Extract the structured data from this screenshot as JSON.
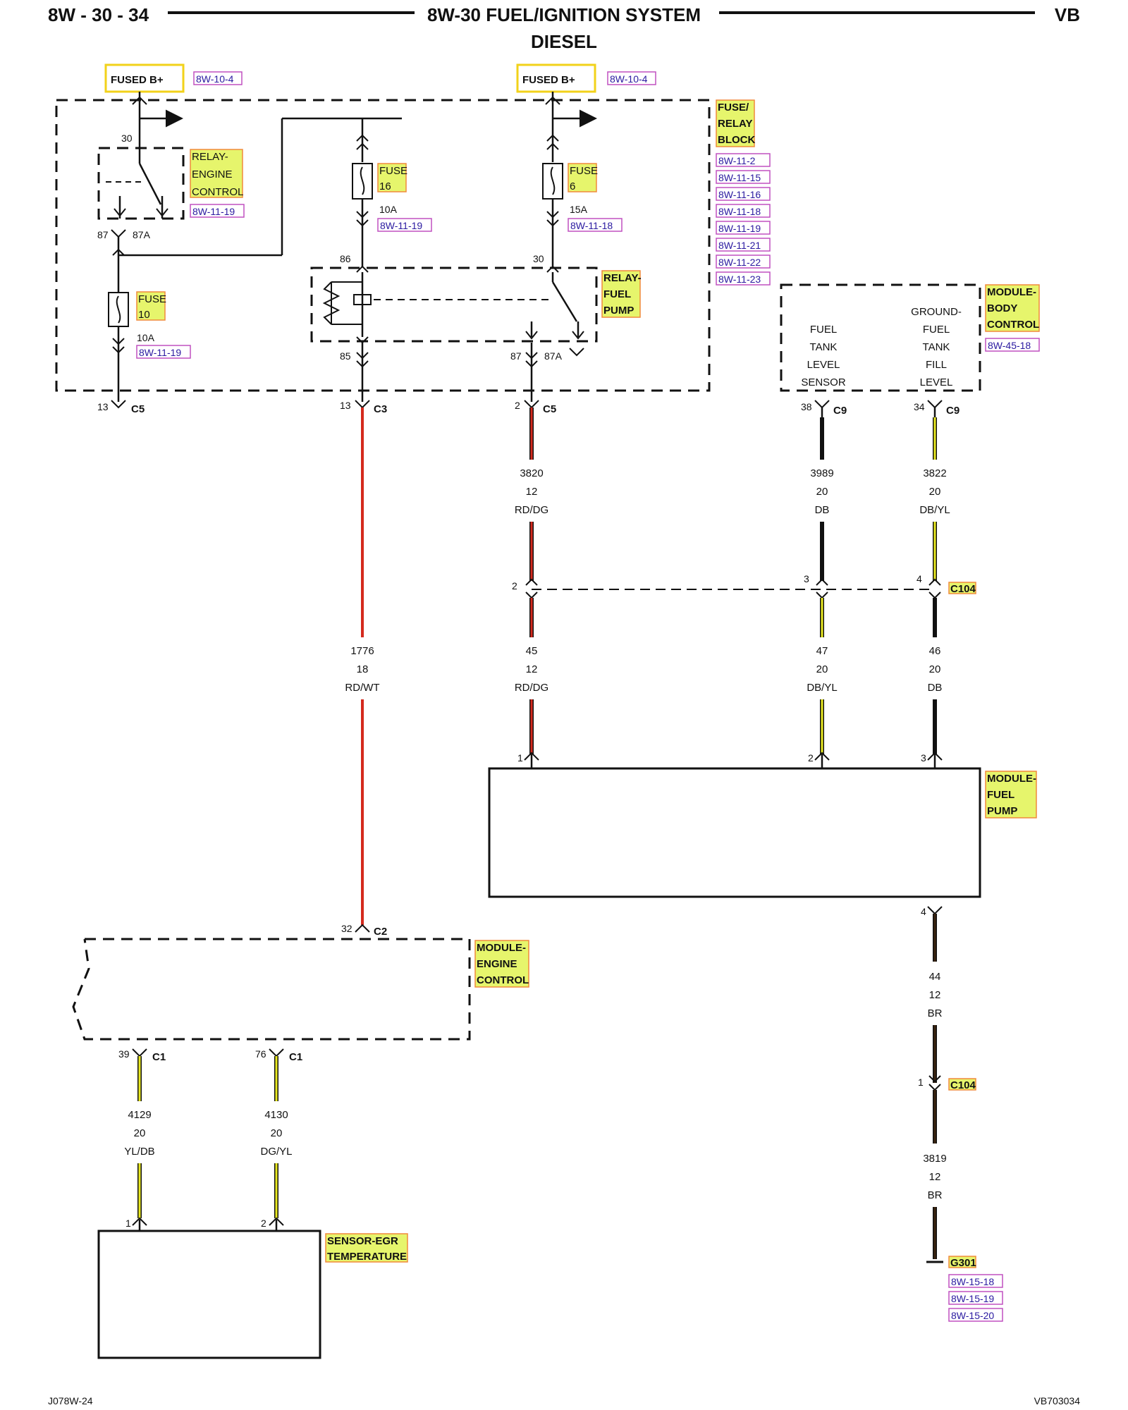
{
  "header": {
    "page_code": "8W - 30 - 34",
    "title": "8W-30 FUEL/IGNITION SYSTEM",
    "subtitle": "DIESEL",
    "model_code": "VB"
  },
  "footer": {
    "left_code": "J078W-24",
    "right_code": "VB703034"
  },
  "power": {
    "fused_b_label": "FUSED B+",
    "fused_b_ref": "8W-10-4"
  },
  "fuse_relay_block": {
    "title": [
      "FUSE/",
      "RELAY",
      "BLOCK"
    ],
    "refs": [
      "8W-11-2",
      "8W-11-15",
      "8W-11-16",
      "8W-11-18",
      "8W-11-19",
      "8W-11-21",
      "8W-11-22",
      "8W-11-23"
    ]
  },
  "relay_engine": {
    "title": [
      "RELAY-",
      "ENGINE",
      "CONTROL"
    ],
    "ref": "8W-11-19",
    "pin30": "30",
    "pin87": "87",
    "pin87a": "87A"
  },
  "fuse10": {
    "title": [
      "FUSE",
      "10"
    ],
    "rating": "10A",
    "ref": "8W-11-19"
  },
  "fuse16": {
    "title": [
      "FUSE",
      "16"
    ],
    "rating": "10A",
    "ref": "8W-11-19"
  },
  "fuse6": {
    "title": [
      "FUSE",
      "6"
    ],
    "rating": "15A",
    "ref": "8W-11-18"
  },
  "relay_fuel": {
    "title": [
      "RELAY-",
      "FUEL",
      "PUMP"
    ],
    "pin86": "86",
    "pin85": "85",
    "pin30": "30",
    "pin87": "87",
    "pin87a": "87A"
  },
  "module_body": {
    "title": [
      "MODULE-",
      "BODY",
      "CONTROL"
    ],
    "ref": "8W-45-18",
    "left_label": [
      "FUEL",
      "TANK",
      "LEVEL",
      "SENSOR"
    ],
    "right_label": [
      "GROUND-",
      "FUEL",
      "TANK",
      "FILL",
      "LEVEL"
    ]
  },
  "connectors": {
    "c5_13": {
      "pin": "13",
      "name": "C5"
    },
    "c3_13": {
      "pin": "13",
      "name": "C3"
    },
    "c5_2": {
      "pin": "2",
      "name": "C5"
    },
    "c9_38": {
      "pin": "38",
      "name": "C9"
    },
    "c9_34": {
      "pin": "34",
      "name": "C9"
    },
    "c104": {
      "name": "C104",
      "pin_a": "2",
      "pin_b": "3",
      "pin_c": "4",
      "pin_d": "1"
    },
    "c2_32": {
      "pin": "32",
      "name": "C2"
    },
    "c1_39": {
      "pin": "39",
      "name": "C1"
    },
    "c1_76": {
      "pin": "76",
      "name": "C1"
    }
  },
  "wires": {
    "w3820": {
      "circuit": "3820",
      "gauge": "12",
      "color": "RD/DG"
    },
    "w3989": {
      "circuit": "3989",
      "gauge": "20",
      "color": "DB"
    },
    "w3822": {
      "circuit": "3822",
      "gauge": "20",
      "color": "DB/YL"
    },
    "w1776": {
      "circuit": "1776",
      "gauge": "18",
      "color": "RD/WT"
    },
    "w45": {
      "circuit": "45",
      "gauge": "12",
      "color": "RD/DG"
    },
    "w47": {
      "circuit": "47",
      "gauge": "20",
      "color": "DB/YL"
    },
    "w46": {
      "circuit": "46",
      "gauge": "20",
      "color": "DB"
    },
    "w44": {
      "circuit": "44",
      "gauge": "12",
      "color": "BR"
    },
    "w3819": {
      "circuit": "3819",
      "gauge": "12",
      "color": "BR"
    },
    "w4129": {
      "circuit": "4129",
      "gauge": "20",
      "color": "YL/DB"
    },
    "w4130": {
      "circuit": "4130",
      "gauge": "20",
      "color": "DG/YL"
    }
  },
  "module_fuel_pump": {
    "title": [
      "MODULE-",
      "FUEL",
      "PUMP"
    ],
    "pin1": "1",
    "pin2": "2",
    "pin3": "3",
    "pin4": "4"
  },
  "module_engine": {
    "title": [
      "MODULE-",
      "ENGINE",
      "CONTROL"
    ]
  },
  "sensor_egr": {
    "title": [
      "SENSOR-EGR",
      "TEMPERATURE"
    ],
    "pin1": "1",
    "pin2": "2"
  },
  "ground": {
    "name": "G301",
    "refs": [
      "8W-15-18",
      "8W-15-19",
      "8W-15-20"
    ]
  },
  "colors": {
    "red": "#d42a1e",
    "yellow": "#e8e820",
    "black": "#111111",
    "brown": "#3a2410",
    "highlight": "#e6f56c"
  }
}
